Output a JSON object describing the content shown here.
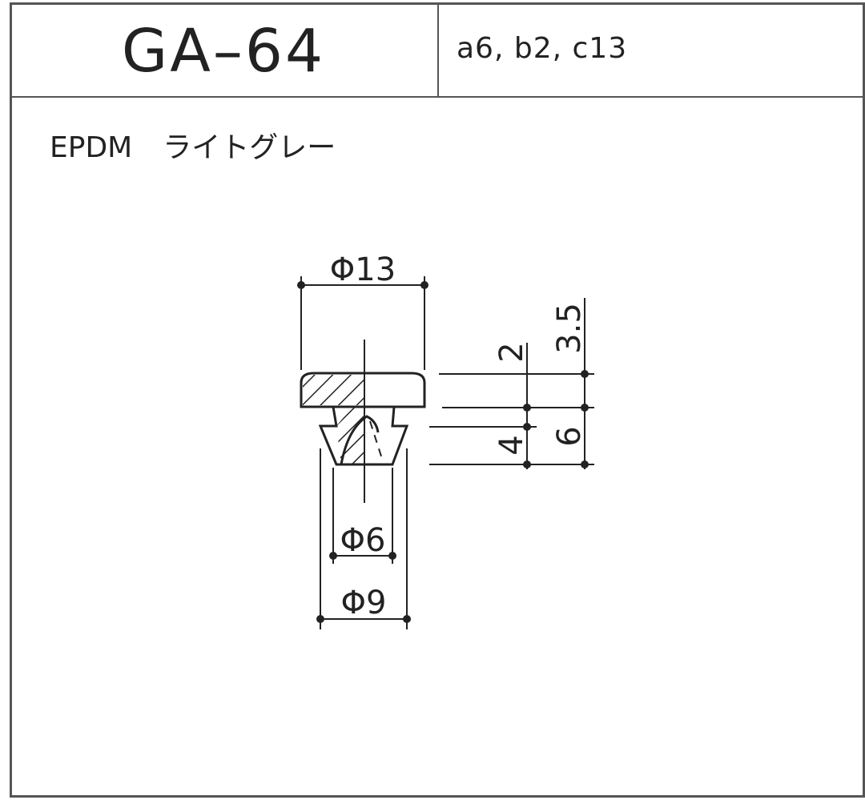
{
  "header": {
    "part_number": "GA–64",
    "codes": "a6, b2, c13"
  },
  "material": {
    "name": "EPDM",
    "color": "ライトグレー"
  },
  "dimensions": {
    "top_diameter": "Φ13",
    "shaft_diameter": "Φ6",
    "tip_diameter": "Φ9",
    "head_height": "2",
    "overall_top": "3.5",
    "cone_height": "4",
    "total_height": "6"
  }
}
